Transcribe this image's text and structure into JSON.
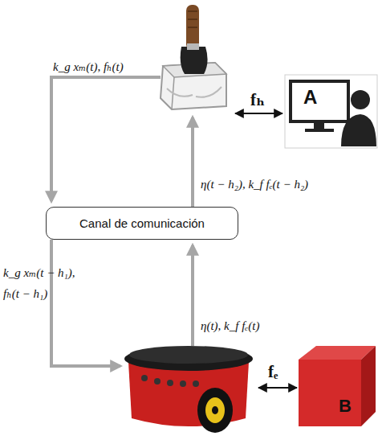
{
  "diagram": {
    "nodes": [
      {
        "text": [
          "A"
        ]
      },
      {
        "text": [
          "Canal de comunicación"
        ]
      },
      {
        "text": [
          "B"
        ]
      }
    ],
    "labels": [
      "k_g xₘ(t), fₕ(t)",
      "fₕ",
      "η(t − h₂), k_f fₑ(t − h₂)",
      "k_g xₘ(t − h₁),",
      "fₕ(t − h₁)",
      "η(t), k_f fₑ(t)",
      "fₑ"
    ]
  }
}
